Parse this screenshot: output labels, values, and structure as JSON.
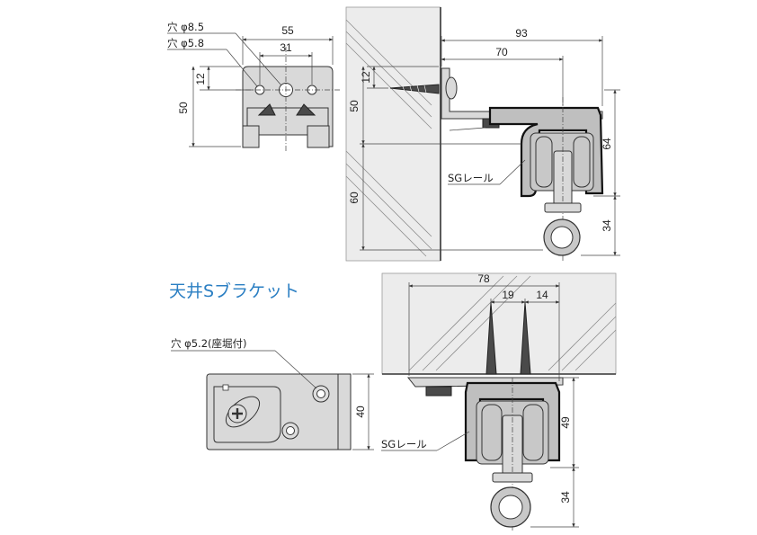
{
  "wall_bracket": {
    "hole_large": "穴 φ8.5",
    "hole_small": "穴 φ5.8",
    "dim_width": "55",
    "dim_hole_pitch": "31",
    "dim_hole_height": "12",
    "dim_height": "50"
  },
  "wall_section": {
    "dim_total": "93",
    "dim_screw_offset": "70",
    "dim_screw_height": "12",
    "dim_mount_height": "50",
    "dim_lower": "60",
    "dim_rail": "64",
    "dim_ring": "34",
    "rail_label": "SGレール"
  },
  "ceiling_bracket": {
    "title": "天井Sブラケット",
    "hole_label": "穴 φ5.2(座堀付)",
    "dim_height": "40"
  },
  "ceiling_section": {
    "dim_total": "78",
    "dim_a": "19",
    "dim_b": "14",
    "dim_rail": "49",
    "dim_ring": "34",
    "rail_label": "SGレール"
  },
  "colors": {
    "title_blue": "#2b7fc3",
    "wall_gray": "#ececec"
  }
}
